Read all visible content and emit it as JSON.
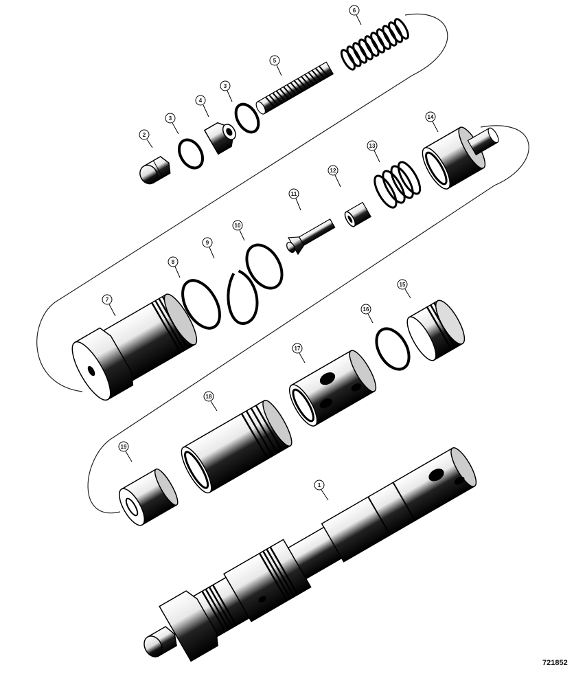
{
  "diagram": {
    "reference": "721852",
    "callouts": [
      {
        "id": "c2",
        "label": "2"
      },
      {
        "id": "c3a",
        "label": "3"
      },
      {
        "id": "c4",
        "label": "4"
      },
      {
        "id": "c3b",
        "label": "3"
      },
      {
        "id": "c5",
        "label": "5"
      },
      {
        "id": "c6",
        "label": "6"
      },
      {
        "id": "c14",
        "label": "14"
      },
      {
        "id": "c13",
        "label": "13"
      },
      {
        "id": "c12",
        "label": "12"
      },
      {
        "id": "c11",
        "label": "11"
      },
      {
        "id": "c10",
        "label": "10"
      },
      {
        "id": "c9",
        "label": "9"
      },
      {
        "id": "c8",
        "label": "8"
      },
      {
        "id": "c7",
        "label": "7"
      },
      {
        "id": "c15",
        "label": "15"
      },
      {
        "id": "c16",
        "label": "16"
      },
      {
        "id": "c17",
        "label": "17"
      },
      {
        "id": "c18",
        "label": "18"
      },
      {
        "id": "c19",
        "label": "19"
      },
      {
        "id": "c1",
        "label": "1"
      }
    ]
  }
}
